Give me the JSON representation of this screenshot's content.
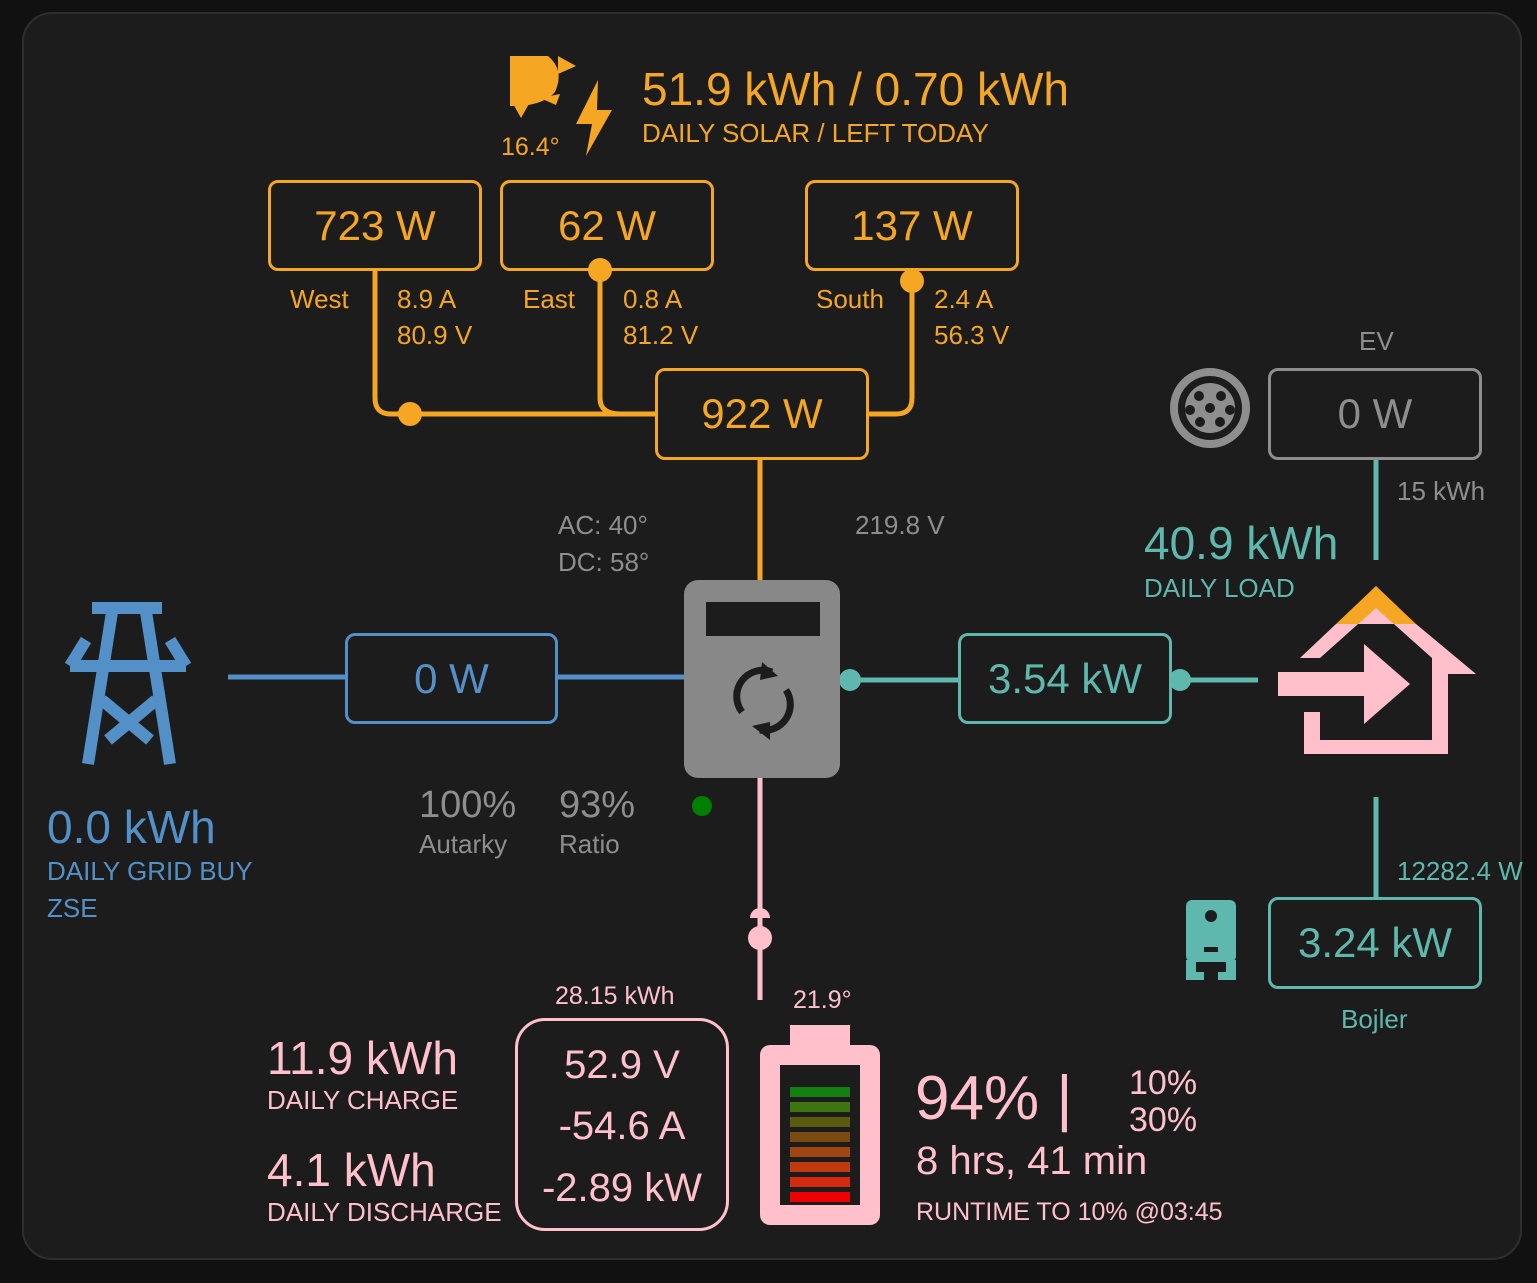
{
  "solar": {
    "daily_value": "51.9 kWh / 0.70 kWh",
    "daily_label": "DAILY SOLAR / LEFT TODAY",
    "temperature": "16.4°",
    "total_power": "922 W",
    "strings": [
      {
        "name": "West",
        "power": "723 W",
        "current": "8.9 A",
        "voltage": "80.9 V"
      },
      {
        "name": "East",
        "power": "62 W",
        "current": "0.8 A",
        "voltage": "81.2 V"
      },
      {
        "name": "South",
        "power": "137 W",
        "current": "2.4 A",
        "voltage": "56.3 V"
      }
    ]
  },
  "inverter": {
    "ac_temp": "AC: 40°",
    "dc_temp": "DC: 58°",
    "voltage": "219.8 V",
    "autarky_value": "100%",
    "autarky_label": "Autarky",
    "ratio_value": "93%",
    "ratio_label": "Ratio",
    "status_color": "#008000"
  },
  "grid": {
    "power": "0 W",
    "daily_value": "0.0 kWh",
    "daily_label": "DAILY GRID BUY",
    "provider": "ZSE"
  },
  "load": {
    "power": "3.54 kW",
    "daily_value": "40.9 kWh",
    "daily_label": "DAILY LOAD"
  },
  "ev": {
    "label": "EV",
    "power": "0 W",
    "energy": "15 kWh"
  },
  "boiler": {
    "label": "Bojler",
    "power": "3.24 kW",
    "energy": "12282.4 W"
  },
  "battery": {
    "energy": "28.15 kWh",
    "voltage": "52.9 V",
    "current": "-54.6 A",
    "power": "-2.89 kW",
    "temperature": "21.9°",
    "soc": "94% |",
    "soc_percent": 94,
    "shutdown_1": "10%",
    "shutdown_2": "30%",
    "runtime": "8 hrs, 41 min",
    "runtime_label": "RUNTIME TO 10% @03:45",
    "daily_charge_value": "11.9 kWh",
    "daily_charge_label": "DAILY CHARGE",
    "daily_discharge_value": "4.1 kWh",
    "daily_discharge_label": "DAILY DISCHARGE"
  },
  "colors": {
    "solar": "#f5a623",
    "grid": "#5490c8",
    "load": "#5fb8ad",
    "battery": "#ffc0cb",
    "inverter": "#888888",
    "background": "#1c1c1c"
  }
}
